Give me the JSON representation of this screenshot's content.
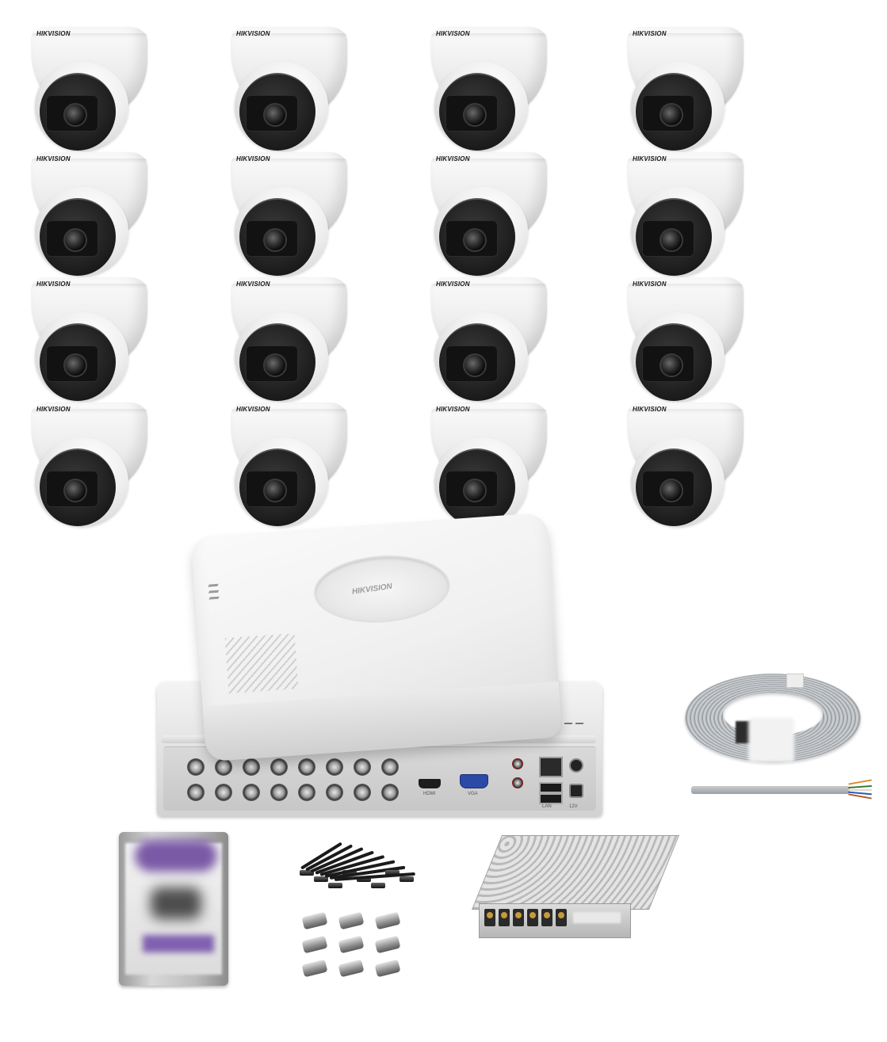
{
  "brand": "HIKVISION",
  "cameras": [
    "HIKVISION",
    "HIKVISION",
    "HIKVISION",
    "HIKVISION",
    "HIKVISION",
    "HIKVISION",
    "HIKVISION",
    "HIKVISION",
    "HIKVISION",
    "HIKVISION",
    "HIKVISION",
    "HIKVISION",
    "HIKVISION",
    "HIKVISION",
    "HIKVISION",
    "HIKVISION"
  ],
  "dvr": {
    "logo": "HIKVISION",
    "port_labels": [
      "HDMI",
      "VGA",
      "LAN",
      "12V"
    ]
  },
  "colors": {
    "camera_shell": "#eeeeee",
    "camera_face": "#1e1e1e",
    "dvr_body": "#f0f0f0",
    "hdd_label_accent": "#7a5aa6",
    "cable": "#b0b5b8"
  }
}
